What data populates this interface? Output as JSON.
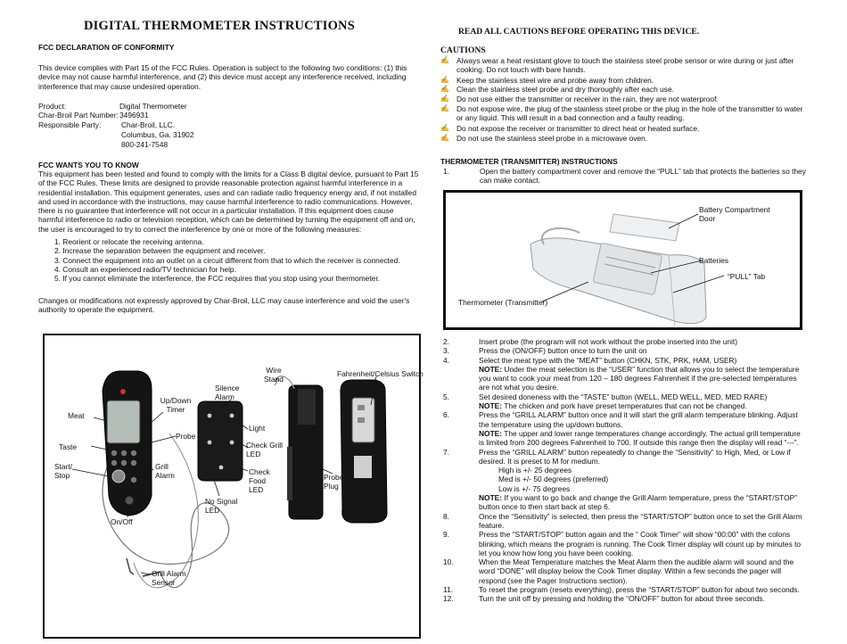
{
  "left": {
    "title": "DIGITAL THERMOMETER INSTRUCTIONS",
    "fcc_declaration_heading": "FCC DECLARATION OF CONFORMITY",
    "fcc_declaration_text": "This device complies with Part 15 of the FCC Rules.  Operation is subject to the following two conditions: (1) this device may not cause harmful interference, and (2) this device must accept any interference received, including interference that may cause undesired operation.",
    "product_label": "Product:",
    "product_value": "Digital Thermometer",
    "part_label": "Char-Broil Part Number:",
    "part_value": "3496931",
    "party_label": "Responsible Party:",
    "party_lines": [
      "Char-Broil, LLC.",
      "Columbus, Ga. 31902",
      "800-241-7548"
    ],
    "fcc_wants_heading": "FCC WANTS YOU TO KNOW",
    "fcc_wants_text": "This equipment has been tested and found to comply with the limits for a Class B digital device, pursuant to Part 15 of the FCC Rules.  These limits are designed to provide reasonable protection against harmful interference in a residential installation.  This equipment generates, uses and can radiate radio frequency energy and, if not installed and used in accordance with the instructions, may cause harmful interference to radio communications.  However, there is no guarantee that interference will not occur in a particular installation.  If this equipment does cause harmful interference to radio or television reception, which can be determined by turning the equipment off and on, the user is encouraged to try to correct the interference by one or more of the following measures:",
    "measures": [
      "1. Reorient or relocate the receiving antenna.",
      "2. Increase the separation between the equipment and receiver.",
      "3. Connect the equipment into an outlet on a circuit different from that to which the receiver is connected.",
      "4. Consult an experienced radio/TV technician for help.",
      "5. If you cannot eliminate the interference, the FCC requires that you stop using your thermometer."
    ],
    "changes_text": "Changes or modifications not expressly approved by Char-Broil, LLC may cause interference and void the user's authority to operate the equipment.",
    "figure_labels": {
      "meat": "Meat",
      "up_down_timer": "Up/Down Timer",
      "taste": "Taste",
      "probe": "Probe",
      "start_stop": "Start/ Stop",
      "grill_alarm": "Grill Alarm",
      "on_off": "On/Off",
      "grill_alarm_sensor": "Grill Alarm Sensor",
      "silence_alarm": "Silence Alarm",
      "light": "Light",
      "check_grill_led": "Check Grill LED",
      "check_food_led": "Check Food LED",
      "no_signal_led": "No Signal LED",
      "wire_stand": "Wire Stand",
      "fahrenheit_switch": "Fahrenheit/Celsius Switch",
      "probe_plug": "Probe Plug"
    }
  },
  "right": {
    "read_all": "READ ALL CAUTIONS BEFORE OPERATING THIS DEVICE.",
    "cautions_heading": "CAUTIONS",
    "bullet_glyph": "✍",
    "cautions": [
      "Always wear a heat resistant glove to touch the stainless steel probe sensor or wire during or just after cooking.  Do not touch with bare hands.",
      "Keep the stainless steel wire and probe away from children.",
      "Clean the stainless steel probe and dry thoroughly after each use.",
      "Do not use either the transmitter or receiver in the rain, they are not waterproof.",
      "Do not expose wire, the plug of the stainless steel probe or the plug in the hole of the transmitter to water or any liquid.  This will result in a bad connection and a faulty reading.",
      "Do not expose the receiver or transmitter to direct heat or heated surface.",
      "Do not use the stainless steel probe in a microwave oven."
    ],
    "thermo_heading": "THERMOMETER (TRANSMITTER) INSTRUCTIONS",
    "step1_num": "1.",
    "step1_text": "Open the battery compartment cover and remove the “PULL” tab that protects the batteries so they can make contact.",
    "figure_labels": {
      "battery_door": "Battery Compartment Door",
      "batteries": "Batteries",
      "pull_tab": "“PULL” Tab",
      "transmitter": "Thermometer (Transmitter)"
    },
    "steps": [
      {
        "num": "2.",
        "text": "Insert probe (the program will not work without the probe inserted into the unit)"
      },
      {
        "num": "3.",
        "text": "Press the (ON/OFF) button once to turn the unit on"
      },
      {
        "num": "4.",
        "text": "Select the meat type with the “MEAT” button (CHKN, STK, PRK, HAM, USER)"
      },
      {
        "num": "",
        "note": "NOTE:",
        "text": "  Under the meat selection is the “USER” function that allows you to select the temperature you want to cook your meat from 120 – 180 degrees Fahrenheit if the pre-selected temperatures are not what you desire."
      },
      {
        "num": "5.",
        "text": "Set desired doneness with the “TASTE” button (WELL, MED WELL, MED, MED RARE)"
      },
      {
        "num": "",
        "note": "NOTE:",
        "text": "  The chicken and pork have preset temperatures that can not be changed."
      },
      {
        "num": "6.",
        "text": "Press the “GRILL ALARM” button once and it will start the grill alarm temperature blinking.  Adjust the temperature using the up/down buttons."
      },
      {
        "num": "",
        "note": "NOTE:",
        "text": "  The upper and lower range temperatures change accordingly.  The actual grill temperature is limited from 200 degrees Fahrenheit to 700.  If outside this range then the display will read “---”."
      },
      {
        "num": "7.",
        "text": "Press the “GRILL ALARM” button repeatedly to change the “Sensitivity” to High, Med, or Low if desired.  It is preset to M for medium."
      },
      {
        "num": "",
        "indent": true,
        "text": "High is +/- 25 degrees"
      },
      {
        "num": "",
        "indent": true,
        "text": "Med is +/- 50 degrees (preferred)"
      },
      {
        "num": "",
        "indent": true,
        "text": "Low is +/- 75 degrees"
      },
      {
        "num": "",
        "note": "NOTE:",
        "text": " If you want to go back and change the Grill Alarm temperature, press the “START/STOP” button once to then start back at step 6."
      },
      {
        "num": "8.",
        "text": "Once the “Sensitivity” is selected, then press the “START/STOP” button once to set the Grill Alarm feature."
      },
      {
        "num": "9.",
        "text": "Press the “START/STOP” button again and the “ Cook Timer” will show “00:00” with the colons blinking, which means the program is running.  The Cook Timer display will count up by minutes to let you know how long you have been cooking."
      },
      {
        "num": "10.",
        "text": "When the Meat Temperature matches the Meat Alarm then the audible alarm will sound and the word “DONE” will display below the Cook Timer display.  Within a few seconds the pager will respond (see the Pager Instructions section)."
      },
      {
        "num": "11.",
        "text": "To reset the program (resets everything), press the “START/STOP” button for about two seconds."
      },
      {
        "num": "12.",
        "text": "Turn the unit off by pressing and holding the “ON/OFF” button for about three seconds."
      }
    ]
  }
}
